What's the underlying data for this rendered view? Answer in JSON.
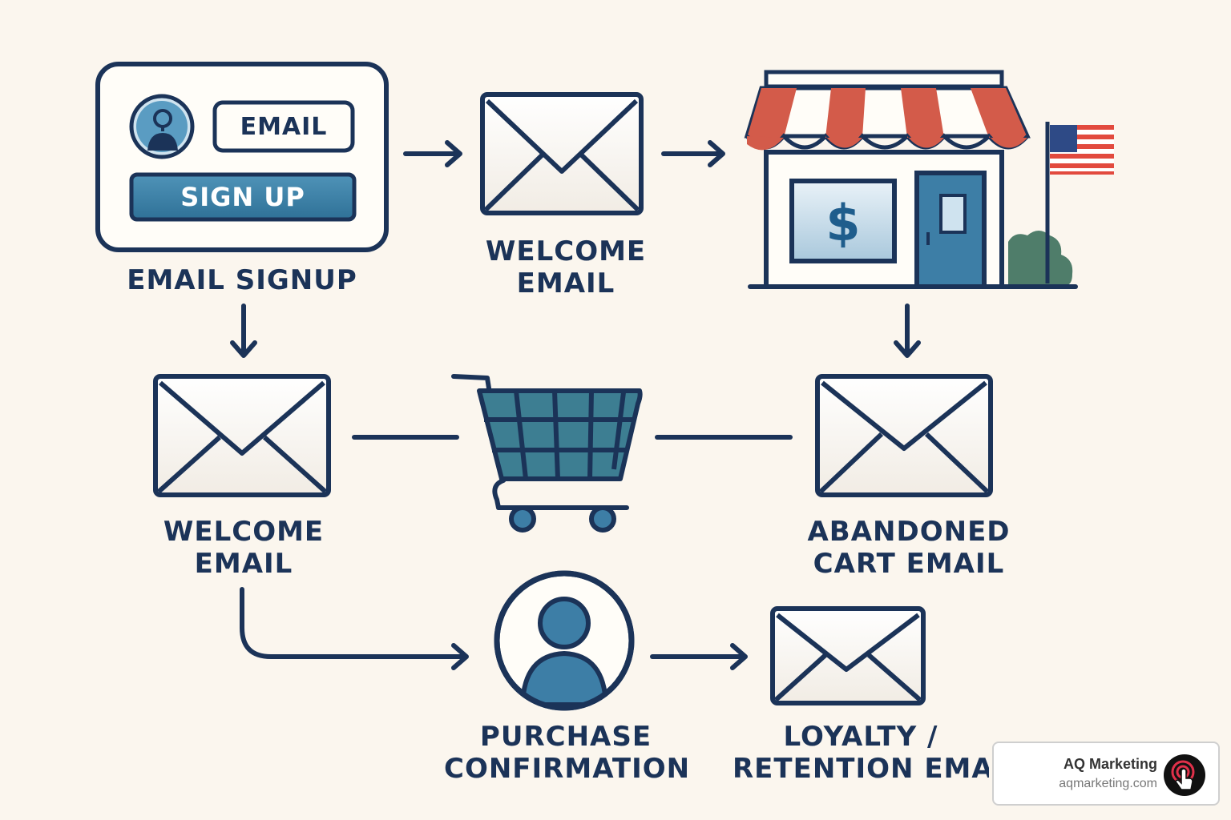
{
  "colors": {
    "ink": "#1b3358",
    "accent_blue": "#3d7ea6",
    "awning_red": "#d35b4a",
    "bush_green": "#4f7d6a",
    "background": "#fbf6ee"
  },
  "signup_form": {
    "email_field": "EMAIL",
    "signup_button": "SIGN UP"
  },
  "nodes": {
    "email_signup": {
      "label": "EMAIL SIGNUP",
      "icon": "signup-form-icon"
    },
    "welcome_email_top": {
      "line1": "WELCOME",
      "line2": "EMAIL",
      "icon": "envelope-icon"
    },
    "store": {
      "icon": "storefront-icon",
      "window_symbol": "$"
    },
    "welcome_email_left": {
      "line1": "WELCOME",
      "line2": "EMAIL",
      "icon": "envelope-icon"
    },
    "cart": {
      "icon": "shopping-cart-icon"
    },
    "abandoned_cart_email": {
      "line1": "ABANDONED",
      "line2": "CART EMAIL",
      "icon": "envelope-icon"
    },
    "purchase_confirmation": {
      "line1": "PURCHASE",
      "line2": "CONFIRMATION",
      "icon": "user-avatar-icon"
    },
    "loyalty_email": {
      "line1": "LOYALTY /",
      "line2": "RETENTION EMAI",
      "icon": "envelope-icon"
    }
  },
  "watermark": {
    "name": "AQ Marketing",
    "url": "aqmarketing.com",
    "icon": "pointer-hand-icon"
  }
}
